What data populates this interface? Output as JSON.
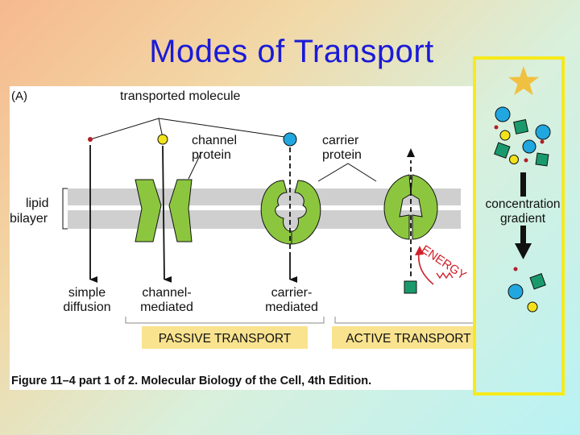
{
  "slide": {
    "title": "Modes of Transport"
  },
  "figure": {
    "panel_label": "(A)",
    "transported_molecule_label": "transported molecule",
    "channel_protein_label": [
      "channel",
      "protein"
    ],
    "carrier_protein_label": [
      "carrier",
      "protein"
    ],
    "lipid_bilayer_label": [
      "lipid",
      "bilayer"
    ],
    "energy_label": "ENERGY",
    "simple_diffusion_label": [
      "simple",
      "diffusion"
    ],
    "channel_mediated_label": [
      "channel-",
      "mediated"
    ],
    "carrier_mediated_label": [
      "carrier-",
      "mediated"
    ],
    "passive_transport_label": "PASSIVE TRANSPORT",
    "active_transport_label": "ACTIVE TRANSPORT",
    "caption": "Figure 11–4 part 1 of 2. Molecular Biology of the Cell, 4th Edition."
  },
  "gradient_panel": {
    "label": [
      "concentration",
      "gradient"
    ]
  },
  "colors": {
    "membrane": "#cfcfcf",
    "protein_green": "#8cc63f",
    "box_yellow": "#fae38f",
    "frame_yellow": "#f6ea1a",
    "molecule_blue": "#21a7e0",
    "molecule_yellow": "#f2e21b",
    "molecule_red": "#b0202a",
    "molecule_teal": "#1a9a6c",
    "title_blue": "#1a1ad8"
  }
}
